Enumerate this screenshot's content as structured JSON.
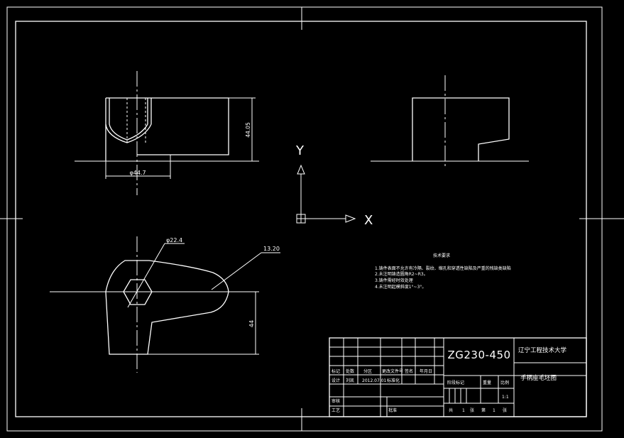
{
  "drawing": {
    "part_code": "ZG230-450",
    "school": "辽宁工程技术大学",
    "part_name": "手柄座毛坯图",
    "scale": "1:1",
    "date": "2012.07.01",
    "sheet": {
      "total_label": "共",
      "unit_label": "张",
      "num_label": "第",
      "total": "1",
      "page": "1"
    }
  },
  "dims": {
    "top_height": "44.05",
    "top_width": "φ44.7",
    "hole": "φ22.4",
    "radius": "13.20",
    "bottom_height": "44"
  },
  "ucs": {
    "x_label": "X",
    "y_label": "Y"
  },
  "notes": {
    "title": "技术要求",
    "items": [
      "1.铸件表面不允许有冷隔、裂纹、缩孔和穿透性缺陷及严重的残缺类缺陷",
      "2.未注明铸造圆角R2~R3。",
      "3.铸件需经时效处理",
      "4.未注明起模斜度1°~3°。"
    ]
  },
  "titleblock": {
    "mark_label": "标记",
    "count_label": "处数",
    "zone_label": "分区",
    "change_doc_label": "更改文件号",
    "sign_label": "签名",
    "ymd_label": "年月日",
    "design_label": "设计",
    "designer": "刘凯",
    "standard_label": "标准化",
    "review_label": "审核",
    "craft_label": "工艺",
    "approve_label": "批准",
    "stage_label": "阶段标记",
    "weight_label": "重量",
    "scale_label": "比例"
  }
}
